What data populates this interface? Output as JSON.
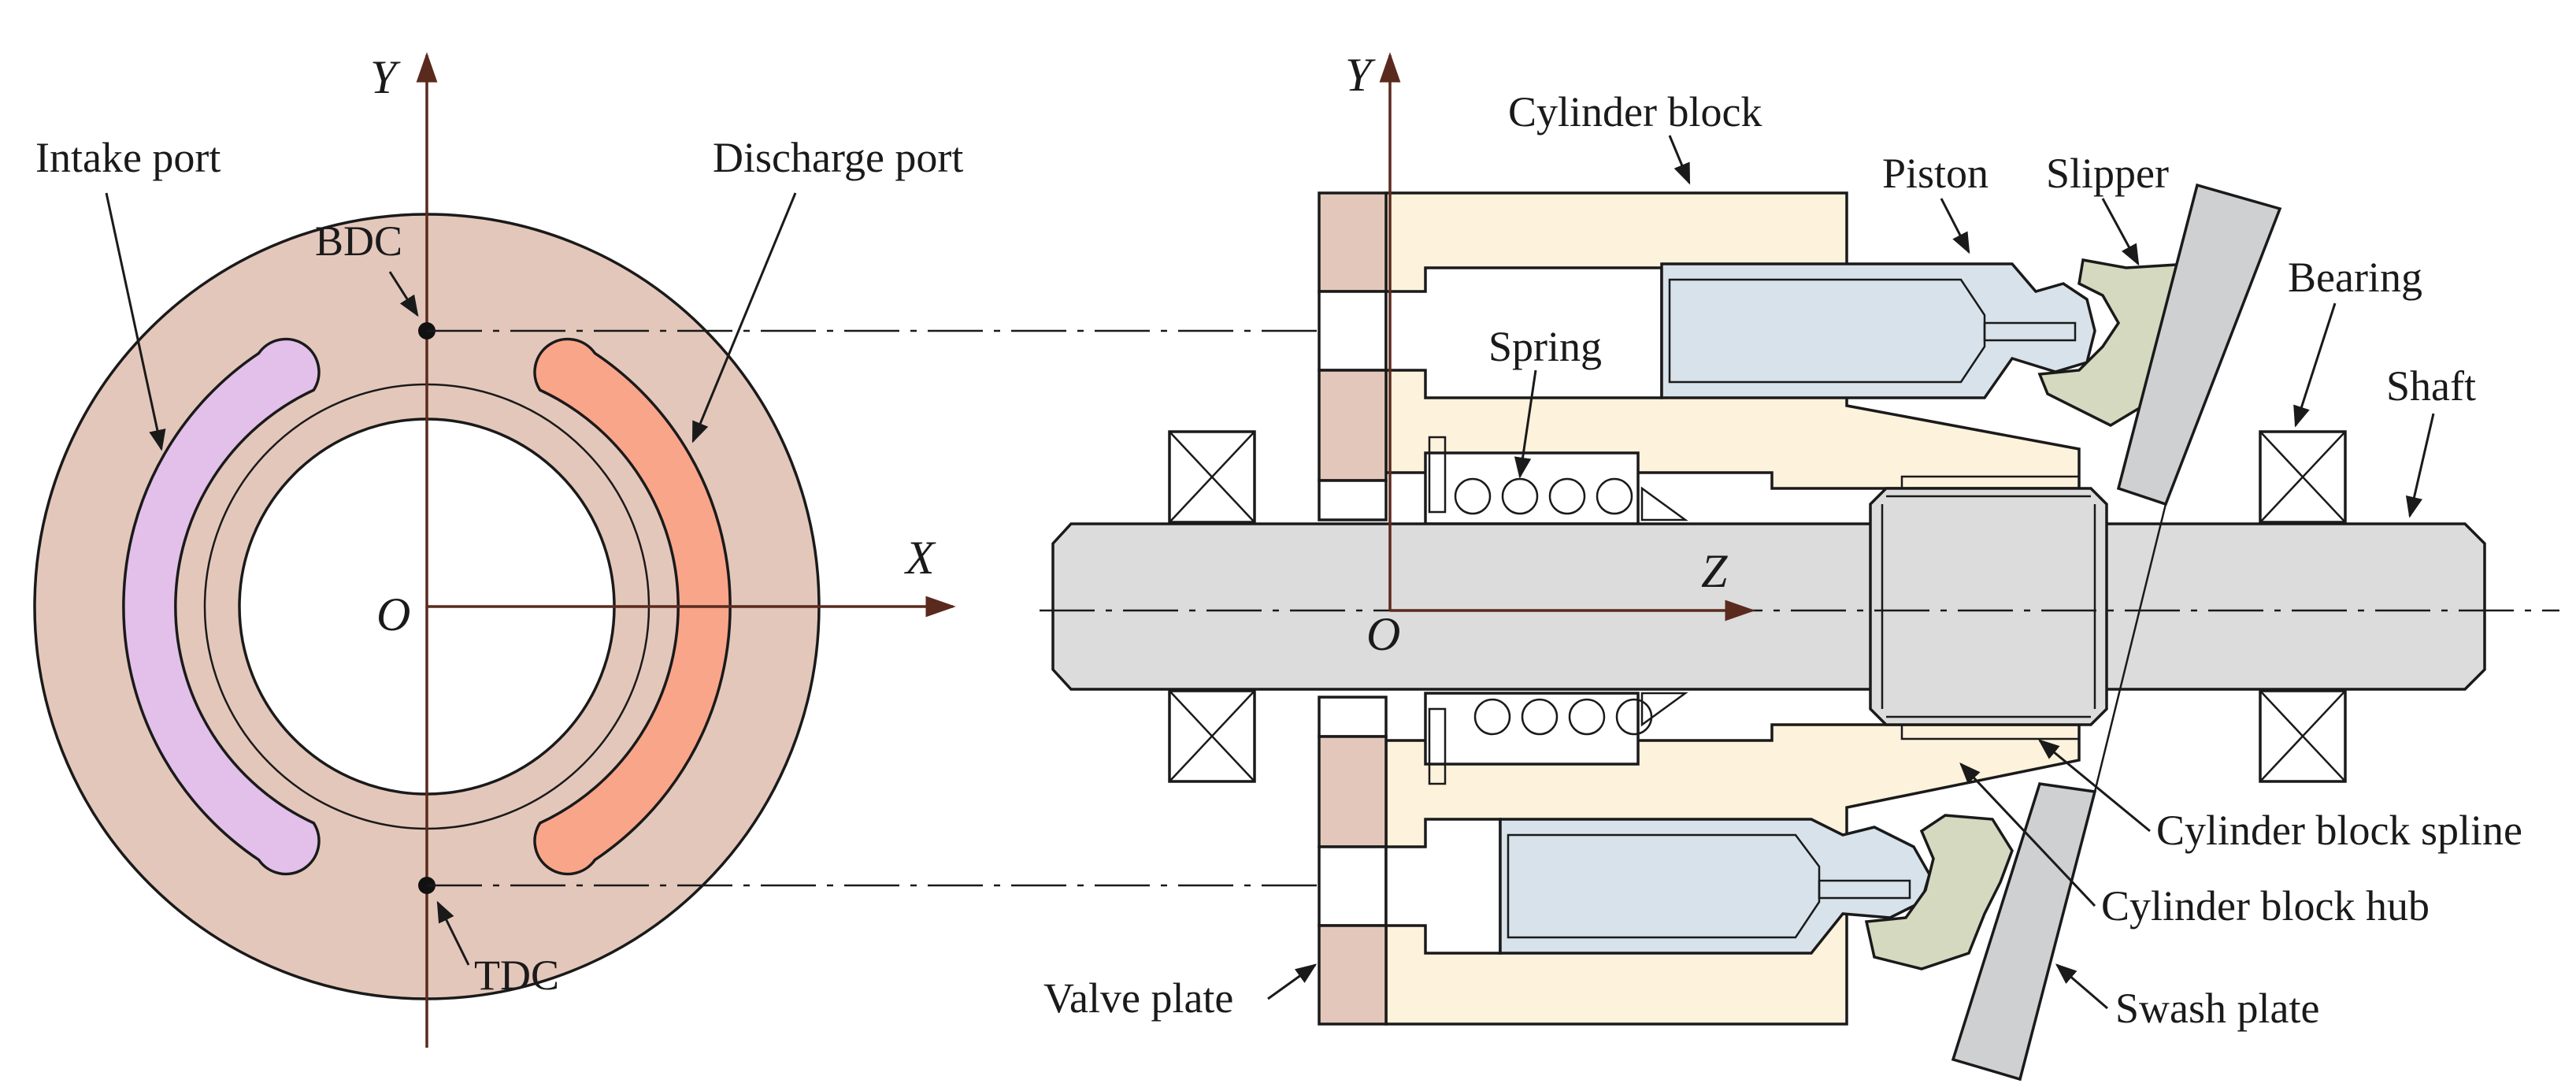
{
  "colors": {
    "valve_plate": "#e4c7bb",
    "intake_port": "#e2c0ea",
    "discharge_port": "#f9a58a",
    "cylinder_block": "#fdf2dc",
    "piston": "#d8e2ea",
    "slipper": "#d4d9c0",
    "shaft": "#dcdcdc",
    "swash_plate": "#cfd0d2",
    "spline": "#ead9b0",
    "axis": "#5a2a1e"
  },
  "left_view": {
    "axis_y": "Y",
    "axis_x": "X",
    "origin": "O",
    "bdc": "BDC",
    "tdc": "TDC",
    "intake_port": "Intake port",
    "discharge_port": "Discharge port"
  },
  "right_view": {
    "axis_y": "Y",
    "axis_z": "Z",
    "origin": "O",
    "cylinder_block": "Cylinder block",
    "piston": "Piston",
    "slipper": "Slipper",
    "bearing": "Bearing",
    "shaft": "Shaft",
    "spring": "Spring",
    "cylinder_block_spline": "Cylinder block spline",
    "cylinder_block_hub": "Cylinder block hub",
    "swash_plate": "Swash plate",
    "valve_plate": "Valve plate"
  }
}
